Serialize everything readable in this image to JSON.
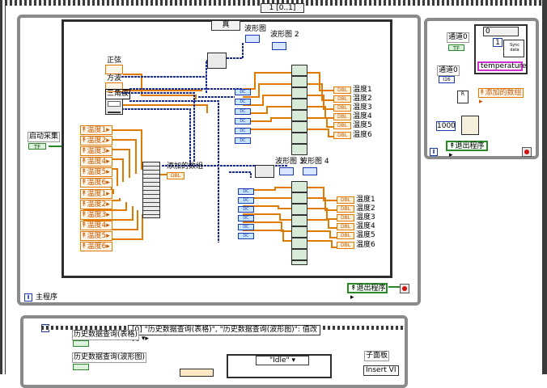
{
  "top_sequence": {
    "label": "1 [0..1]"
  },
  "main_loop": {
    "case_selector": "真",
    "wave_graph_labels": [
      "波形图",
      "波形图 2",
      "波形图 3",
      "波形图 4"
    ],
    "wave_types": [
      "正弦",
      "方波",
      "三角波"
    ],
    "start_acquire": {
      "label": "启动采集",
      "value": "TF"
    },
    "temp_inputs": [
      "温度1",
      "温度2",
      "温度3",
      "温度4",
      "温度5",
      "温度6",
      "温度1",
      "温度2",
      "温度3",
      "温度4",
      "温度5",
      "温度6"
    ],
    "temp_outputs_top": [
      "温度1",
      "温度2",
      "温度3",
      "温度4",
      "温度5",
      "温度6"
    ],
    "temp_outputs_bottom": [
      "温度1",
      "温度2",
      "温度3",
      "温度4",
      "温度5",
      "温度6"
    ],
    "added_data_label": "添加的数组",
    "dbl_tag": "DBL",
    "dc_tag": "DC",
    "exit_indicator": "退出程序",
    "loop_label": "主程序",
    "iteration_label": "i"
  },
  "right_loop": {
    "channel_label_1": "通道0",
    "channel_label_2": "通道0",
    "bool_value": "TF",
    "numeric_value": "0",
    "array_index": "1",
    "sync_text": "Sync data",
    "temperature_label": "temperature",
    "dbl_label": "I16",
    "added_data_label": "添加的数组",
    "wait_value": "1000",
    "exit_label": "退出程序",
    "iteration_label": "i"
  },
  "bottom_loop": {
    "event_label": "[0] \"历史数据查询(表格)\", \"历史数据查询(波形图)\": 值改变",
    "table_query": "历史数据查询(表格)",
    "wave_query": "历史数据查询(波形图)",
    "idle_state": "\"Idle\"",
    "subpanel": "子面板",
    "insert_vi": "Insert VI",
    "iteration_label": "i"
  }
}
